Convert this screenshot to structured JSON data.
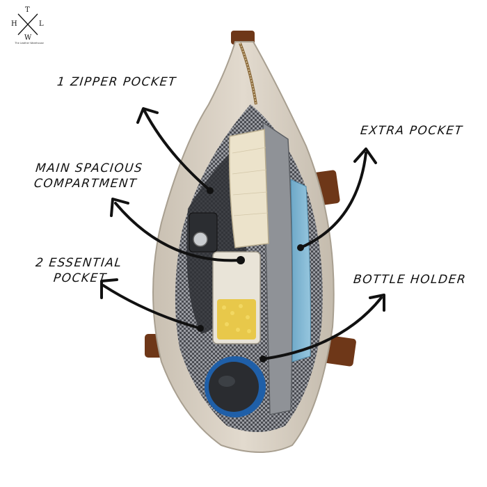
{
  "logo": {
    "top": "T",
    "left": "H",
    "right": "L",
    "bottom": "W",
    "caption": "The Leather Warehouse"
  },
  "callouts": {
    "zipper": "1 ZIPPER POCKET",
    "main_line1": "MAIN SPACIOUS",
    "main_line2": "COMPARTMENT",
    "essential_line1": "2 ESSENTIAL",
    "essential_line2": "POCKET",
    "extra": "EXTRA POCKET",
    "bottle": "BOTTLE HOLDER"
  },
  "colors": {
    "canvas": "#d8d0c4",
    "canvas_shadow": "#b9b0a2",
    "leather": "#7a3f1e",
    "lining": "#3b3d42",
    "tablet": "#7fb6d3",
    "book_pages": "#ede5cf",
    "laptop": "#9a9da2",
    "bottle": "#1f5fa8",
    "arrow": "#111111"
  }
}
